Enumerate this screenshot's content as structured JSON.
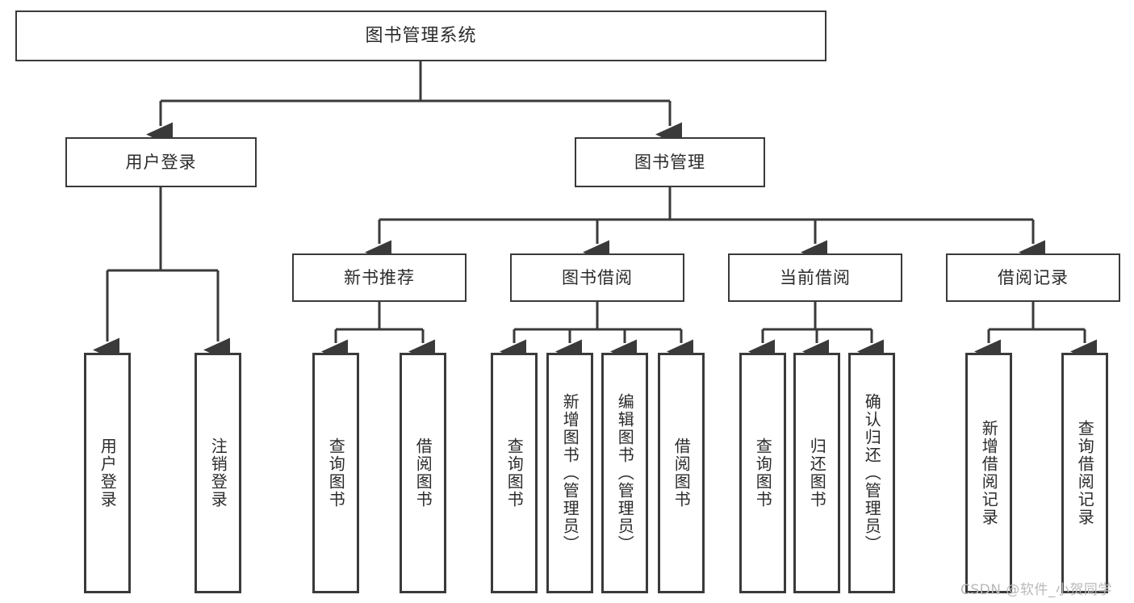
{
  "diagram": {
    "title": "图书管理系统",
    "type": "tree",
    "colors": {
      "box_border": "#3a3a3a",
      "box_fill": "#ffffff",
      "edge": "#3a3a3a",
      "text": "#2b2b2b",
      "watermark": "#b9b9b9",
      "background": "#ffffff"
    },
    "root": {
      "label": "图书管理系统"
    },
    "level1": [
      {
        "label": "用户登录"
      },
      {
        "label": "图书管理"
      }
    ],
    "level2": [
      {
        "label": "新书推荐"
      },
      {
        "label": "图书借阅"
      },
      {
        "label": "当前借阅"
      },
      {
        "label": "借阅记录"
      }
    ],
    "leaves": {
      "user_login": [
        {
          "label": "用户登录"
        },
        {
          "label": "注销登录"
        }
      ],
      "new_book_recommend": [
        {
          "label": "查询图书"
        },
        {
          "label": "借阅图书"
        }
      ],
      "book_borrow": [
        {
          "label": "查询图书"
        },
        {
          "label": "新增图书（管理员）"
        },
        {
          "label": "编辑图书（管理员）"
        },
        {
          "label": "借阅图书"
        }
      ],
      "current_borrow": [
        {
          "label": "查询图书"
        },
        {
          "label": "归还图书"
        },
        {
          "label": "确认归还（管理员）"
        }
      ],
      "borrow_record": [
        {
          "label": "新增借阅记录"
        },
        {
          "label": "查询借阅记录"
        }
      ]
    },
    "watermark": "CSDN @软件_小贺同学"
  }
}
